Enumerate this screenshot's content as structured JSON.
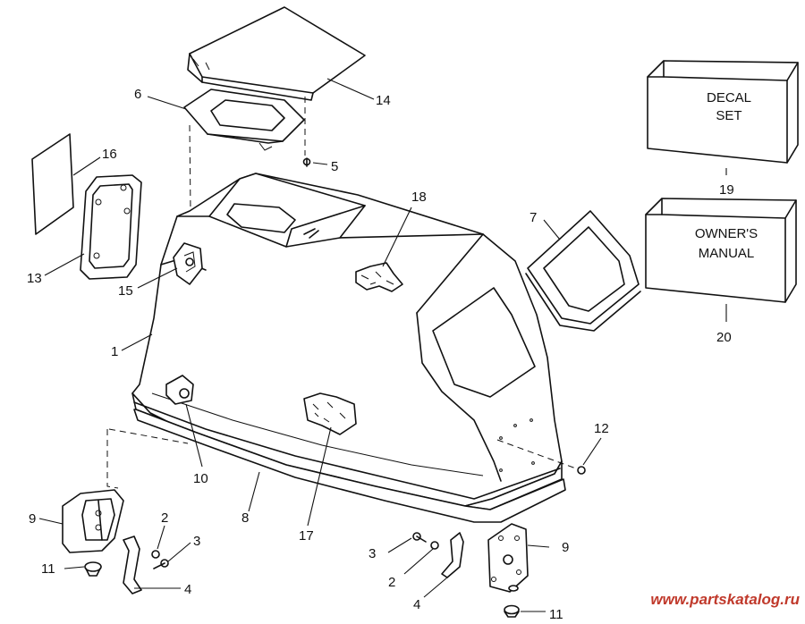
{
  "callouts": {
    "c1": "1",
    "c2a": "2",
    "c2b": "2",
    "c3a": "3",
    "c3b": "3",
    "c4a": "4",
    "c4b": "4",
    "c5": "5",
    "c6": "6",
    "c7": "7",
    "c8": "8",
    "c9a": "9",
    "c9b": "9",
    "c10": "10",
    "c11a": "11",
    "c11b": "11",
    "c12": "12",
    "c13": "13",
    "c14": "14",
    "c15": "15",
    "c16": "16",
    "c17": "17",
    "c18": "18",
    "c19": "19",
    "c20": "20"
  },
  "boxes": {
    "decal_line1": "DECAL",
    "decal_line2": "SET",
    "manual_line1": "OWNER'S",
    "manual_line2": "MANUAL"
  },
  "watermark": "www.partskatalog.ru"
}
